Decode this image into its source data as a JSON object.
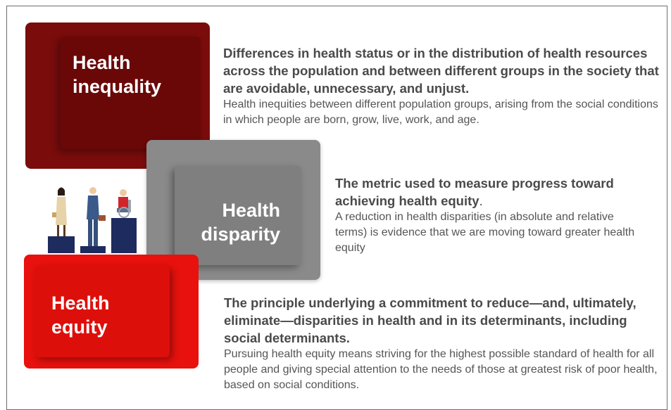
{
  "inequality": {
    "title_line1": "Health",
    "title_line2": "inequality",
    "definition": "Differences in health status or in the distribution of health resources across the population and between different groups in the society that are avoidable, unnecessary, and unjust.",
    "detail": "Health inequities between different population groups, arising from the social conditions in which people are born, grow, live, work, and age.",
    "color": "#7a0c0c"
  },
  "disparity": {
    "title_line1": "Health",
    "title_line2": "disparity",
    "definition": "The metric used to measure progress toward achieving health equity",
    "definition_end": ".",
    "detail": "A reduction in health disparities (in absolute and relative terms) is evidence that we are moving toward greater health equity",
    "color": "#8a8a8a"
  },
  "equity": {
    "title_line1": "Health",
    "title_line2": "equity",
    "definition": "The principle underlying a commitment to reduce—and, ultimately, eliminate—disparities in health and in its determinants, including social determinants.",
    "detail": "Pursuing health equity means striving for the highest possible standard of health for all people and giving special attention to the needs of those at greatest risk of poor health, based on social conditions.",
    "color": "#e8110d"
  },
  "illustration": {
    "icon": "people-on-pedestals-icon",
    "pedestal_color": "#1d2b5e"
  }
}
